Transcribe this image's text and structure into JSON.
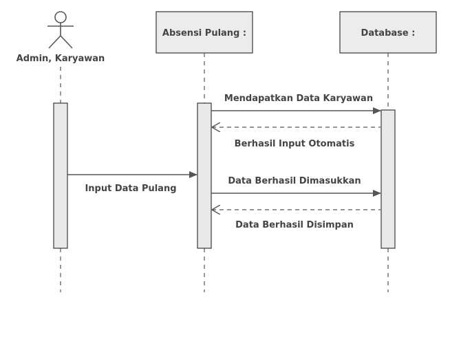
{
  "diagram": {
    "actor": {
      "label": "Admin, Karyawan"
    },
    "objects": [
      {
        "id": "absensi",
        "label": "Absensi Pulang :"
      },
      {
        "id": "database",
        "label": "Database :"
      }
    ],
    "messages": [
      {
        "label": "Mendapatkan Data Karyawan",
        "from": "absensi",
        "to": "database",
        "kind": "sync"
      },
      {
        "label": "Berhasil Input Otomatis",
        "from": "database",
        "to": "absensi",
        "kind": "return"
      },
      {
        "label": "Input Data Pulang",
        "from": "actor",
        "to": "absensi",
        "kind": "sync"
      },
      {
        "label": "Data Berhasil Dimasukkan",
        "from": "absensi",
        "to": "database",
        "kind": "sync"
      },
      {
        "label": "Data Berhasil Disimpan",
        "from": "database",
        "to": "absensi",
        "kind": "return"
      }
    ]
  }
}
